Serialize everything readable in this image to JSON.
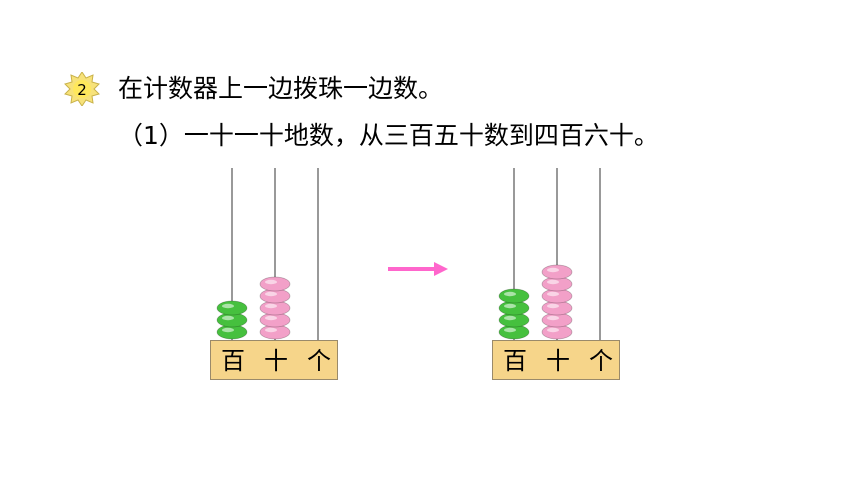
{
  "problem": {
    "number": "2",
    "instruction": "在计数器上一边拨珠一边数。",
    "sub_question": "（1）一十一十地数，从三百五十数到四百六十。"
  },
  "abacus_before": {
    "labels": [
      "百",
      "十",
      "个"
    ],
    "beads": {
      "hundreds": 3,
      "tens": 5,
      "ones": 0
    },
    "colors": {
      "hundreds": "#46c03e",
      "tens": "#f2a0c8",
      "ones": "#000000"
    }
  },
  "abacus_after": {
    "labels": [
      "百",
      "十",
      "个"
    ],
    "beads": {
      "hundreds": 4,
      "tens": 6,
      "ones": 0
    },
    "colors": {
      "hundreds": "#46c03e",
      "tens": "#f2a0c8",
      "ones": "#000000"
    }
  },
  "arrow": {
    "color": "#ff66cc"
  }
}
